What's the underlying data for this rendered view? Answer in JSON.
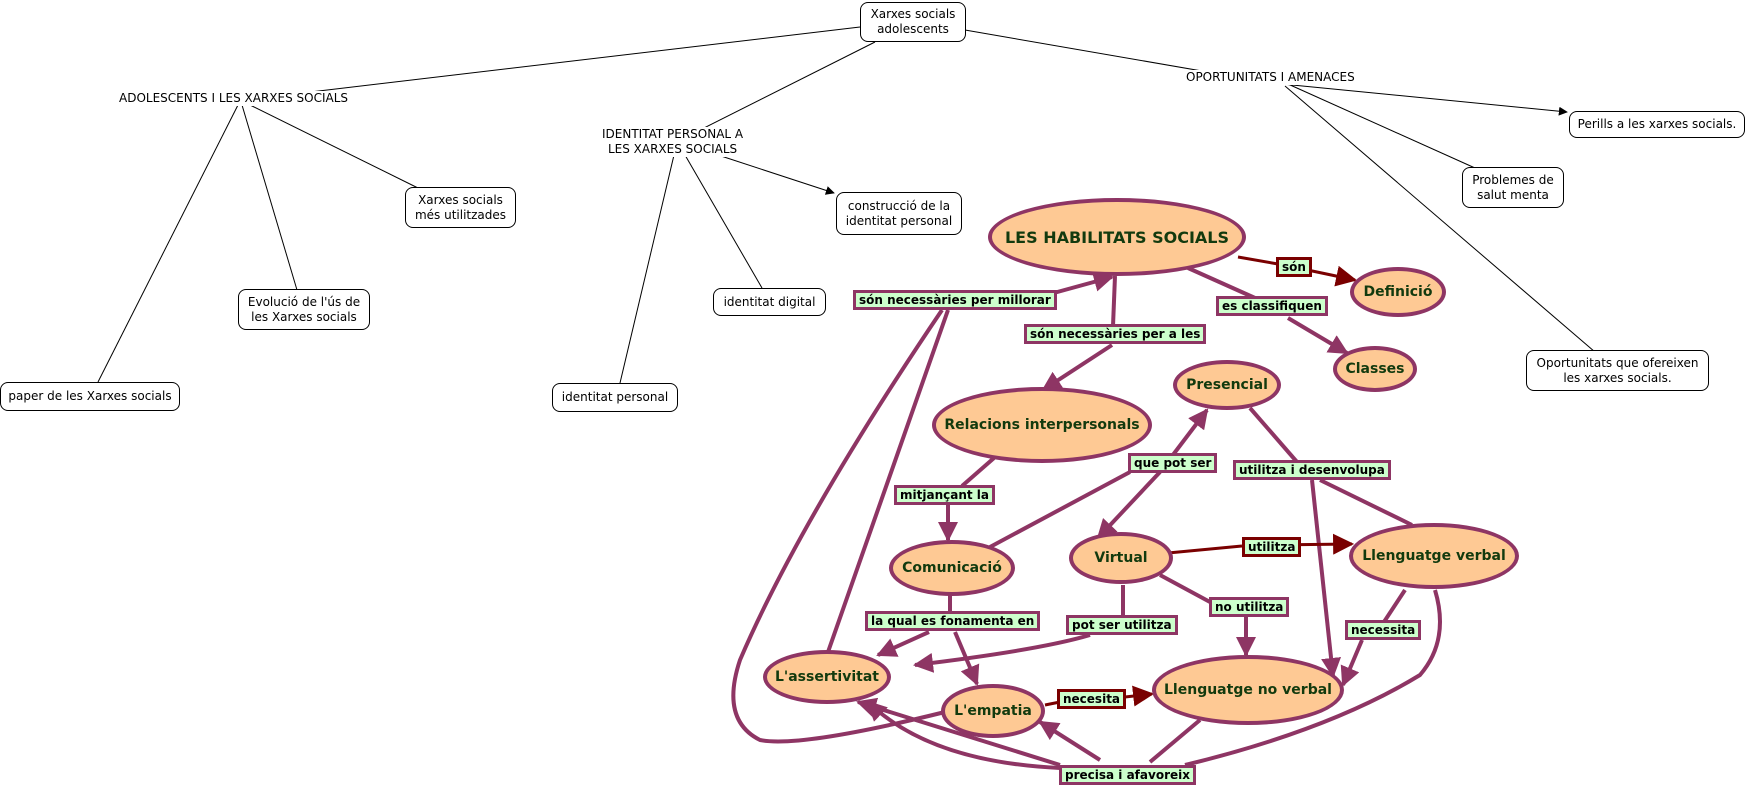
{
  "root": {
    "label": "Xarxes socials\nadolescents"
  },
  "topics": [
    {
      "label": "ADOLESCENTS I LES XARXES SOCIALS"
    },
    {
      "label": "IDENTITAT PERSONAL A\nLES XARXES SOCIALS"
    },
    {
      "label": "OPORTUNITATS I AMENACES"
    }
  ],
  "leaves": [
    {
      "label": "Xarxes socials\nmés utilitzades"
    },
    {
      "label": "Evolució de l'ús de\nles Xarxes socials"
    },
    {
      "label": "paper de les Xarxes socials"
    },
    {
      "label": "construcció de la\nidentitat personal"
    },
    {
      "label": "identitat digital"
    },
    {
      "label": "identitat personal"
    },
    {
      "label": "Perills a les xarxes socials."
    },
    {
      "label": "Problemes de\nsalut menta"
    },
    {
      "label": "Oportunitats que ofereixen\nles xarxes socials."
    }
  ],
  "concepts": [
    {
      "label": "LES HABILITATS SOCIALS"
    },
    {
      "label": "Definició"
    },
    {
      "label": "Classes"
    },
    {
      "label": "Relacions interpersonals"
    },
    {
      "label": "Presencial"
    },
    {
      "label": "Comunicació"
    },
    {
      "label": "Virtual"
    },
    {
      "label": "Llenguatge verbal"
    },
    {
      "label": "L'assertivitat"
    },
    {
      "label": "L'empatia"
    },
    {
      "label": "Llenguatge no verbal"
    }
  ],
  "links": [
    {
      "label": "són"
    },
    {
      "label": "es classifiquen"
    },
    {
      "label": "són necessàries per millorar"
    },
    {
      "label": "són necessàries per a les"
    },
    {
      "label": "mitjançant la"
    },
    {
      "label": "que pot ser"
    },
    {
      "label": "utilitza i desenvolupa"
    },
    {
      "label": "utilitza"
    },
    {
      "label": "no utilitza"
    },
    {
      "label": "la qual es fonamenta en"
    },
    {
      "label": "pot ser utilitza"
    },
    {
      "label": "necessita"
    },
    {
      "label": "necesita"
    },
    {
      "label": "precisa i afavoreix"
    }
  ],
  "colors": {
    "concept_fill": "#fec994",
    "concept_border": "#8e3564",
    "link_fill": "#ccffcc",
    "dark_link": "#7a0000",
    "concept_text": "#123a0e"
  }
}
